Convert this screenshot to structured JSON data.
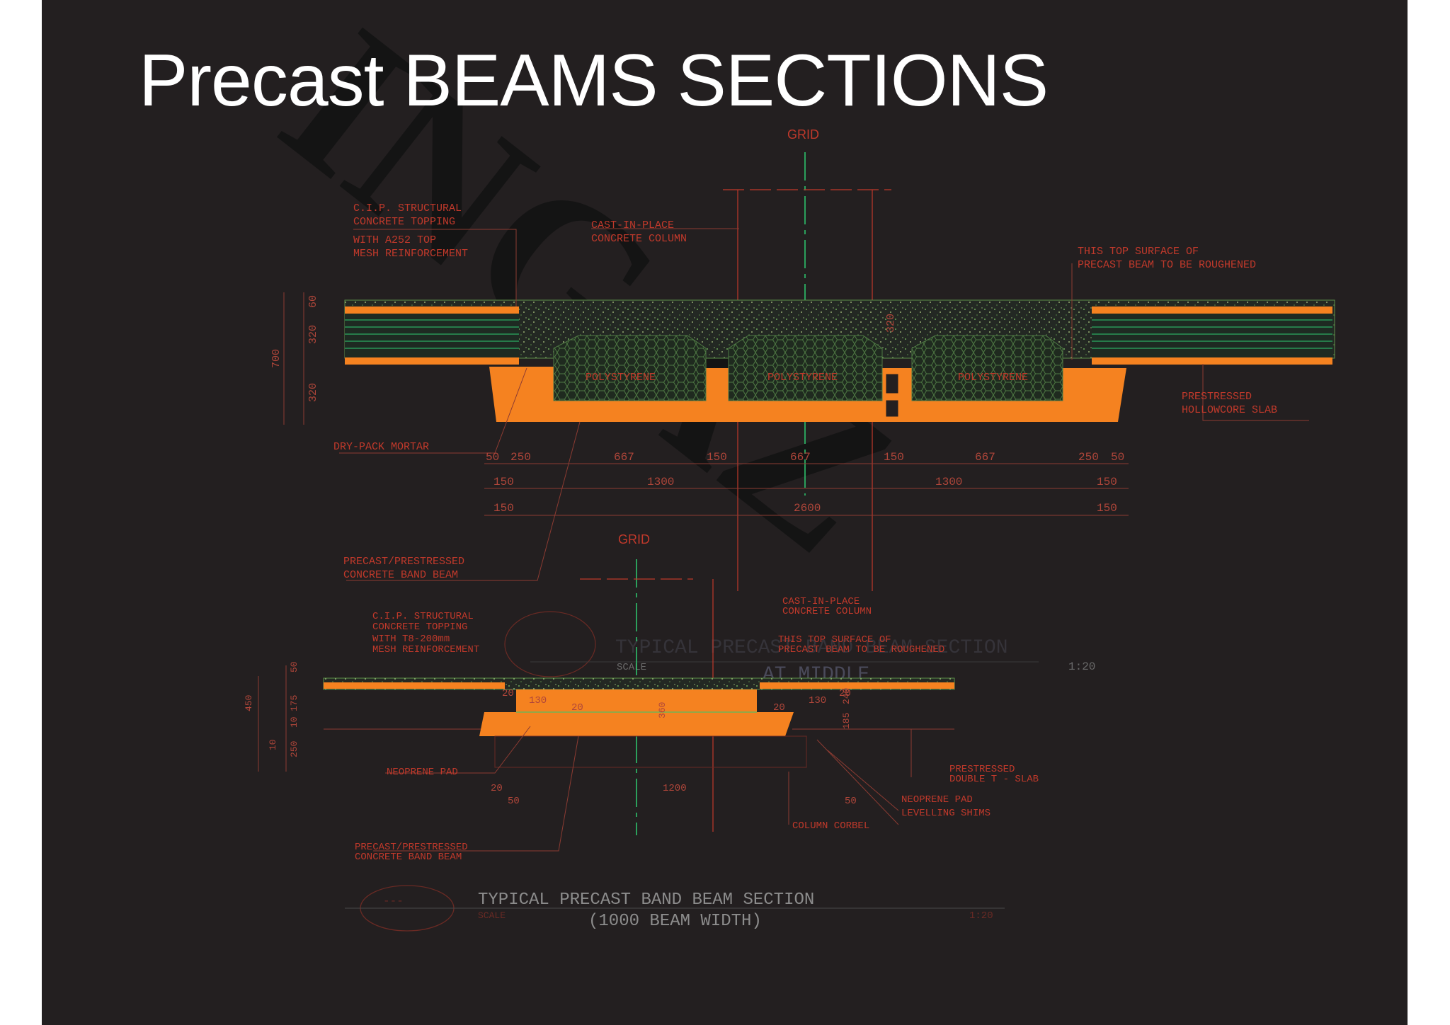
{
  "slide": {
    "title": "Precast BEAMS SECTIONS",
    "watermark": "INGAZ"
  },
  "colors": {
    "background": "#231f20",
    "beam": "#f58220",
    "label": "#c0392b",
    "grid_line": "#2ecc71",
    "caption": "#8c8c8c"
  },
  "section_top": {
    "grid_label": "GRID",
    "labels": {
      "cip_topping_1": "C.I.P. STRUCTURAL",
      "cip_topping_2": "CONCRETE TOPPING",
      "mesh_1": "WITH A252 TOP",
      "mesh_2": "MESH REINFORCEMENT",
      "column_1": "CAST-IN-PLACE",
      "column_2": "CONCRETE COLUMN",
      "roughened_1": "THIS TOP SURFACE OF",
      "roughened_2": "PRECAST BEAM TO BE ROUGHENED",
      "hollowcore_1": "PRESTRESSED",
      "hollowcore_2": "HOLLOWCORE SLAB",
      "drypack": "DRY-PACK MORTAR",
      "polystyrene": "POLYSTYRENE",
      "band_beam_1": "PRECAST/PRESTRESSED",
      "band_beam_2": "CONCRETE BAND BEAM"
    },
    "vertical_dims": [
      "60",
      "320",
      "700",
      "320"
    ],
    "dims_row1": [
      "50",
      "250",
      "667",
      "150",
      "667",
      "150",
      "667",
      "250",
      "50"
    ],
    "dims_row2": [
      "150",
      "1300",
      "1300",
      "150"
    ],
    "dims_row3": [
      "150",
      "2600",
      "150"
    ],
    "ghost_title_1": "TYPICAL PRECAST BAND BEAM SECTION",
    "ghost_title_2": "AT MIDDLE",
    "ghost_scale": "1:20",
    "ghost_scale_label": "SCALE"
  },
  "section_bottom": {
    "grid_label": "GRID",
    "labels": {
      "cip_topping_1": "C.I.P. STRUCTURAL",
      "cip_topping_2": "CONCRETE TOPPING",
      "mesh_1": "WITH T8-200mm",
      "mesh_2": "MESH REINFORCEMENT",
      "column_1": "CAST-IN-PLACE",
      "column_2": "CONCRETE COLUMN",
      "roughened_1": "THIS TOP SURFACE OF",
      "roughened_2": "PRECAST BEAM TO BE ROUGHENED",
      "neoprene_left": "NEOPRENE PAD",
      "double_t_1": "PRESTRESSED",
      "double_t_2": "DOUBLE T - SLAB",
      "neoprene_right": "NEOPRENE PAD",
      "shims": "LEVELLING SHIMS",
      "corbel": "COLUMN CORBEL",
      "band_beam_1": "PRECAST/PRESTRESSED",
      "band_beam_2": "CONCRETE BAND BEAM"
    },
    "vertical_dims": [
      "50",
      "450",
      "175",
      "10",
      "250",
      "10",
      "240",
      "360",
      "185"
    ],
    "dims": [
      "20",
      "130",
      "20",
      "20",
      "130",
      "20",
      "1200",
      "20",
      "50",
      "50"
    ],
    "caption_title": "TYPICAL PRECAST BAND BEAM SECTION",
    "caption_sub": "(1000 BEAM WIDTH)",
    "caption_scale_label": "SCALE",
    "caption_scale": "1:20",
    "ref_mark": "---"
  }
}
